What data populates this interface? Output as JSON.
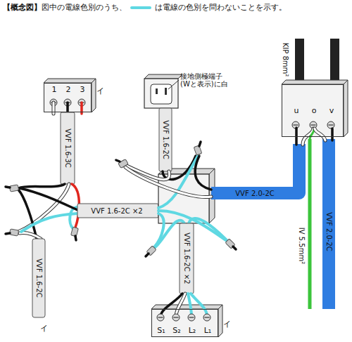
{
  "diagram": {
    "title": "【概念図】",
    "nodes": [
      {
        "text": [
          "1",
          "2",
          "3"
        ]
      },
      {
        "text": [
          "u",
          "o",
          "v"
        ]
      },
      {
        "text": [
          "S₁",
          "S₂",
          "L₂",
          "L₁"
        ]
      }
    ],
    "labels": [
      "図中の電線色別のうち、",
      "は電線の色別を問わないことを示す。",
      "接地側極端子 (Wと表示)に白",
      "VVF 1.6-3C",
      "VVF 1.6-2C",
      "VVF 1.6-2C ×2",
      "VVF 2.0-2C",
      "VVF 1.6-2C ×2",
      "VVF 1.6-2C",
      "IV 5.5mm²",
      "VVF 2.0-2C",
      "KIP 8mm²",
      "イ",
      "イ",
      "イ"
    ]
  }
}
